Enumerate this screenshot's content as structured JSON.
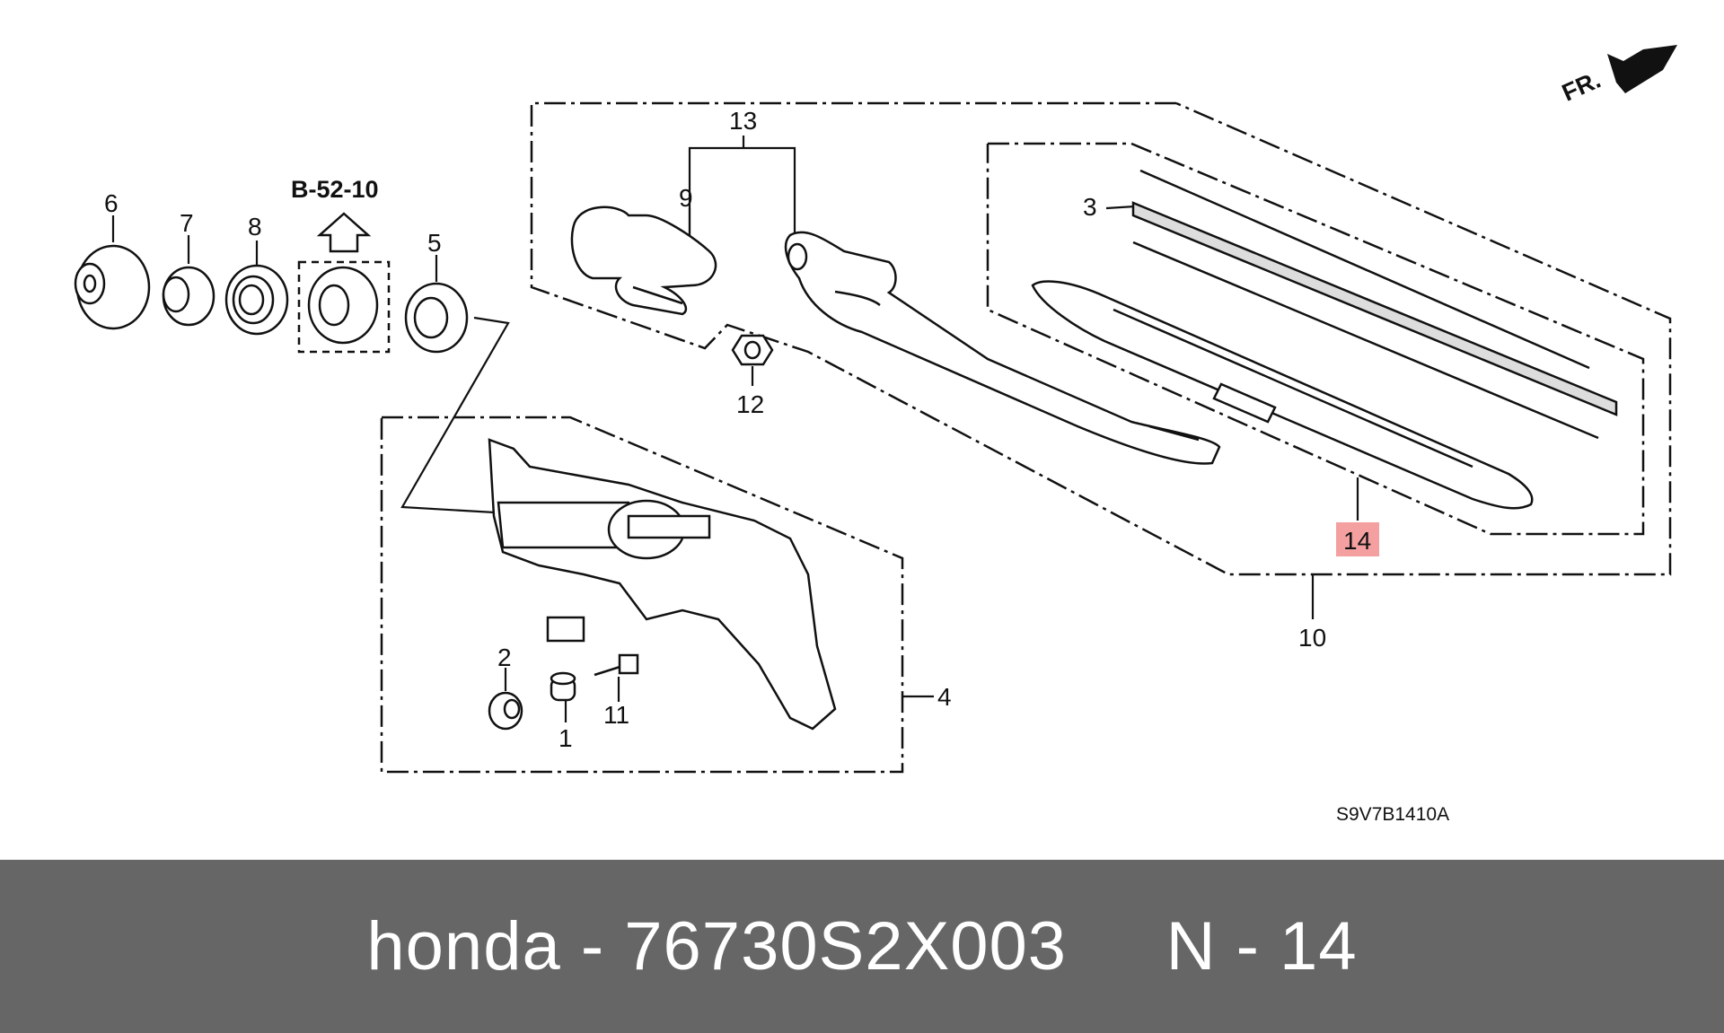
{
  "diagram": {
    "reference_label": "B-52-10",
    "diagram_code": "S9V7B1410A",
    "direction_label": "FR.",
    "highlight_color": "#f4a0a0",
    "callouts": [
      {
        "id": "c1",
        "text": "1"
      },
      {
        "id": "c2",
        "text": "2"
      },
      {
        "id": "c3",
        "text": "3"
      },
      {
        "id": "c4",
        "text": "4"
      },
      {
        "id": "c5",
        "text": "5"
      },
      {
        "id": "c6",
        "text": "6"
      },
      {
        "id": "c7",
        "text": "7"
      },
      {
        "id": "c8",
        "text": "8"
      },
      {
        "id": "c9",
        "text": "9"
      },
      {
        "id": "c10",
        "text": "10"
      },
      {
        "id": "c11",
        "text": "11"
      },
      {
        "id": "c12",
        "text": "12"
      },
      {
        "id": "c13",
        "text": "13"
      },
      {
        "id": "c14",
        "text": "14",
        "highlighted": true
      }
    ]
  },
  "footer": {
    "text": "honda - 76730S2X003     N - 14",
    "background": "#666666"
  }
}
